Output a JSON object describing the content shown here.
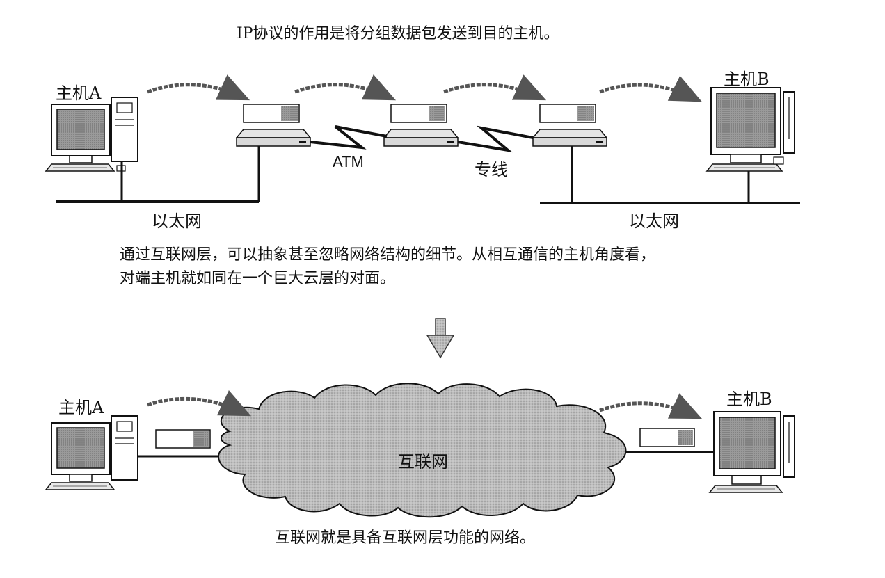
{
  "captions": {
    "top": "IP协议的作用是将分组数据包发送到目的主机。",
    "middle_line1": "通过互联网层，可以抽象甚至忽略网络结构的细节。从相互通信的主机角度看，",
    "middle_line2": "对端主机就如同在一个巨大云层的对面。",
    "bottom": "互联网就是具备互联网层功能的网络。"
  },
  "top_diagram": {
    "host_a_label": "主机A",
    "host_b_label": "主机B",
    "atm_label": "ATM",
    "leased_line_label": "专线",
    "ethernet_left_label": "以太网",
    "ethernet_right_label": "以太网"
  },
  "bottom_diagram": {
    "host_a_label": "主机A",
    "host_b_label": "主机B",
    "cloud_label": "互联网"
  },
  "colors": {
    "ink": "#111111",
    "screen_fill": "#9a9a9a",
    "cloud_fill": "#c4c4c4",
    "router_fill": "#d9d9d9"
  }
}
